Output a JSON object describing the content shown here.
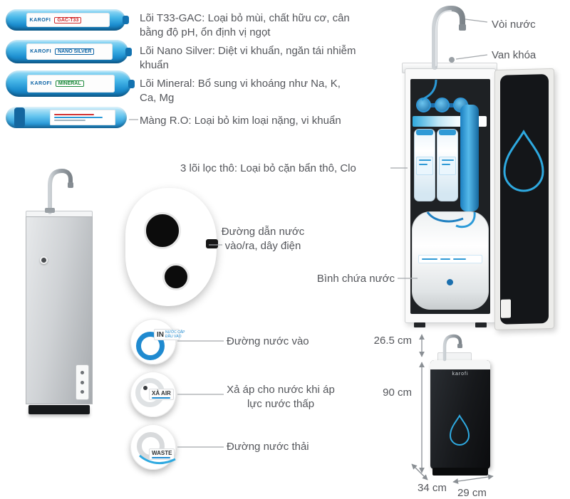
{
  "colors": {
    "accent": "#2ea9e0",
    "text": "#54565b",
    "line": "#a3a7ab"
  },
  "filters": {
    "brand": "KAROFI",
    "t33_badge": "GAC-T33",
    "nano_badge": "NANO SILVER",
    "mineral_badge": "MINERAL"
  },
  "callouts": {
    "t33": "Lõi T33-GAC: Loại bỏ mùi, chất hữu cơ, cân bằng độ pH, ổn định vị ngọt",
    "nano": "Lõi Nano Silver: Diệt vi khuẩn, ngăn tái nhiễm khuẩn",
    "mineral": "Lõi Mineral: Bổ sung vi khoáng như Na, K, Ca, Mg",
    "ro": "Màng R.O:  Loại bỏ kim loại nặng, vi khuẩn",
    "coarse": "3 lõi lọc thô: Loại bỏ cặn bẩn thô, Clo",
    "faucet": "Vòi nước",
    "valve": "Van khóa",
    "tank": "Bình chứa nước",
    "ports": "Đường dẫn nước vào/ra, dây điện",
    "inlet": "Đường nước vào",
    "air": "Xả áp cho nước khi áp lực nước thấp",
    "waste": "Đường nước thải"
  },
  "stickers": {
    "in": "IN",
    "in_sub1": "NƯỚC CẤP",
    "in_sub2": "ĐẦU VÀO",
    "air": "XẢ AIR",
    "waste": "WASTE"
  },
  "dims": {
    "top": "26.5 cm",
    "height": "90 cm",
    "depth": "34 cm",
    "width": "29 cm"
  },
  "brand_logo": "karofi"
}
